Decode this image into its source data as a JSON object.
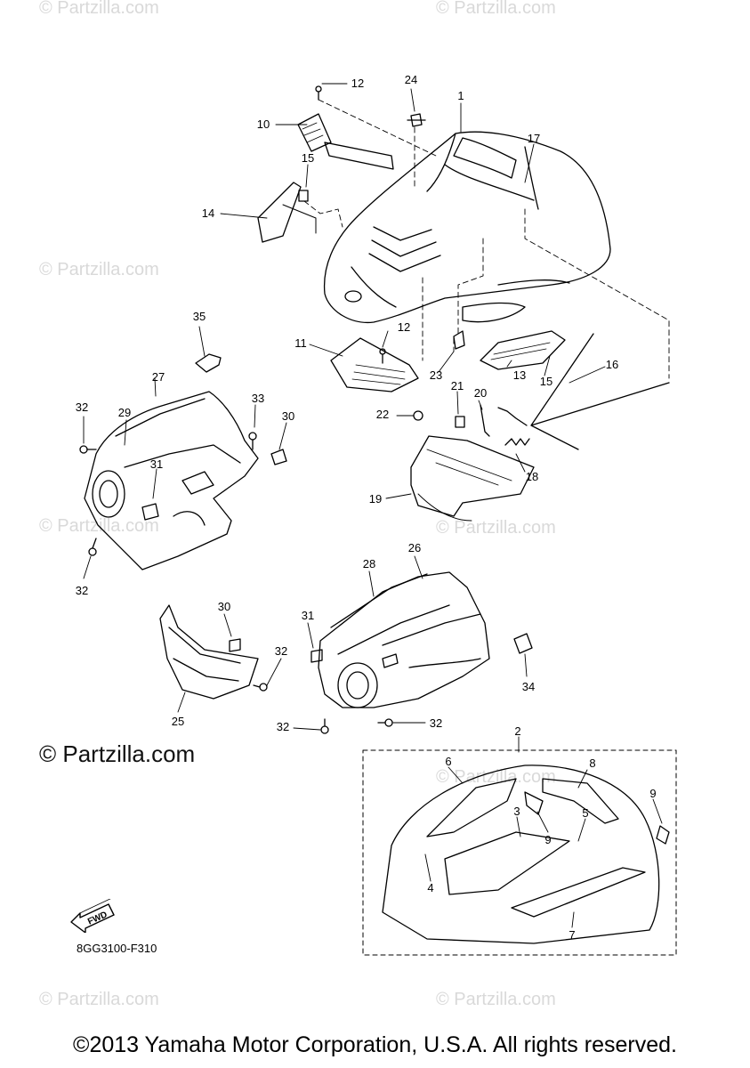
{
  "watermarks": [
    "© Partzilla.com",
    "© Partzilla.com",
    "© Partzilla.com",
    "© Partzilla.com",
    "© Partzilla.com",
    "© Partzilla.com",
    "© Partzilla.com",
    "© Partzilla.com"
  ],
  "watermark_main": "© Partzilla.com",
  "diagram_code": "8GG3100-F310",
  "fwd_label": "FWD",
  "copyright": "©2013 Yamaha Motor Corporation, U.S.A. All rights reserved.",
  "callouts": [
    "12",
    "24",
    "1",
    "10",
    "17",
    "15",
    "14",
    "35",
    "12",
    "11",
    "16",
    "23",
    "13",
    "15",
    "27",
    "33",
    "21",
    "20",
    "32",
    "29",
    "30",
    "22",
    "31",
    "18",
    "19",
    "32",
    "26",
    "28",
    "30",
    "31",
    "32",
    "34",
    "25",
    "32",
    "32",
    "2",
    "6",
    "8",
    "9",
    "3",
    "5",
    "9",
    "4",
    "7"
  ]
}
